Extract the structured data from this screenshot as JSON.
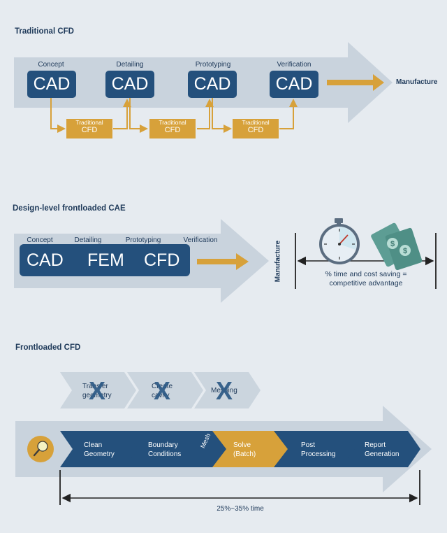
{
  "colors": {
    "navy": "#24507c",
    "gold": "#d7a13a",
    "arrow_bg": "#c9d3dd",
    "background": "#e6ebf0"
  },
  "traditional": {
    "title": "Traditional CFD",
    "stages": [
      {
        "label": "Concept",
        "box": "CAD"
      },
      {
        "label": "Detailing",
        "box": "CAD"
      },
      {
        "label": "Prototyping",
        "box": "CAD"
      },
      {
        "label": "Verification",
        "box": "CAD"
      }
    ],
    "cfd_boxes": [
      {
        "top": "Traditional",
        "bottom": "CFD"
      },
      {
        "top": "Traditional",
        "bottom": "CFD"
      },
      {
        "top": "Traditional",
        "bottom": "CFD"
      }
    ],
    "manufacture": "Manufacture"
  },
  "frontloaded_cae": {
    "title": "Design-level frontloaded CAE",
    "stages": [
      "Concept",
      "Detailing",
      "Prototyping",
      "Verification"
    ],
    "boxes": [
      "CAD",
      "FEM",
      "CFD"
    ],
    "manufacture": "Manufacture",
    "advantage_line1": "% time and cost saving =",
    "advantage_line2": "competitive advantage",
    "icons": [
      "stopwatch-icon",
      "money-icon"
    ]
  },
  "frontloaded_cfd": {
    "title": "Frontloaded CFD",
    "removed_steps": [
      {
        "line1": "Transfer",
        "line2": "geometry"
      },
      {
        "line1": "Create",
        "line2": "cavity"
      },
      {
        "line1": "Meshing",
        "line2": ""
      }
    ],
    "removed_mark": "X",
    "steps": [
      {
        "line1": "Clean",
        "line2": "Geometry"
      },
      {
        "line1": "Boundary",
        "line2": "Conditions"
      },
      {
        "line1": "Solve",
        "line2": "(Batch)"
      },
      {
        "line1": "Post",
        "line2": "Processing"
      },
      {
        "line1": "Report",
        "line2": "Generation"
      }
    ],
    "mesh_label": "Mesh",
    "time_label": "25%~35% time",
    "icon": "magnifier-icon"
  }
}
